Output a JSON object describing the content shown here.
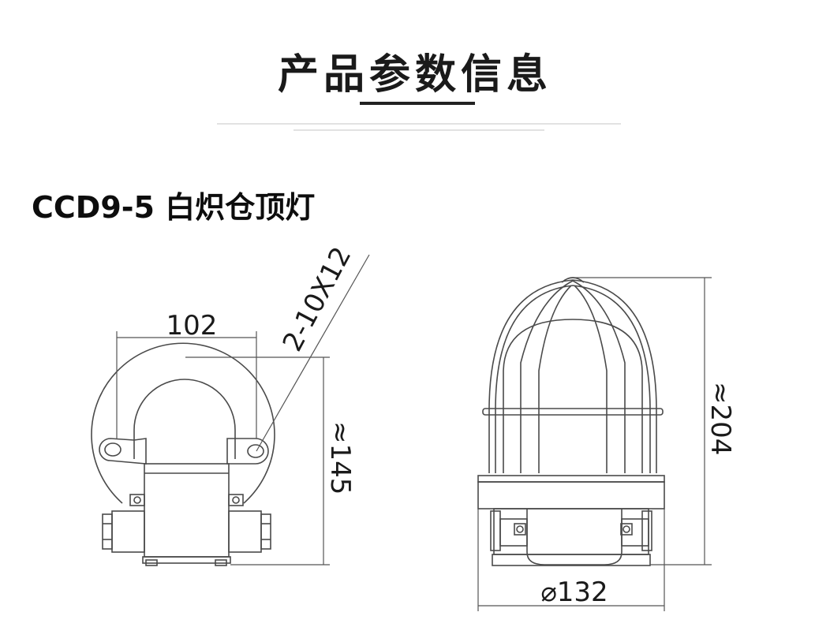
{
  "header": {
    "section_title": "产品参数信息"
  },
  "product": {
    "name": "CCD9-5 白炽仓顶灯"
  },
  "side_view": {
    "dim_width": "102",
    "dim_hole": "2-10X12",
    "dim_height": "≈145"
  },
  "front_view": {
    "dim_height": "≈204",
    "dim_diameter": "⌀132"
  },
  "colors": {
    "line": "#4a4a4a",
    "text": "#111111",
    "background": "#ffffff"
  }
}
